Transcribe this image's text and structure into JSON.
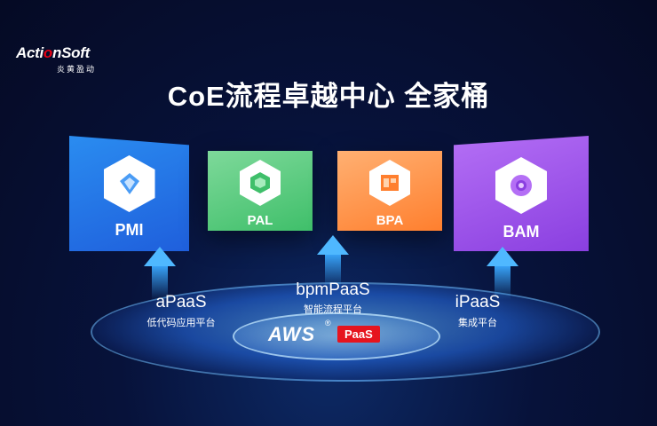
{
  "logo": {
    "brand_prefix": "Acti",
    "brand_o": "o",
    "brand_suffix": "nSoft",
    "chinese": "炎黄盈动"
  },
  "title": "CoE流程卓越中心 全家桶",
  "cards": [
    {
      "label": "PMI",
      "color": "#2a8cf0"
    },
    {
      "label": "PAL",
      "color": "#3fbf6a"
    },
    {
      "label": "BPA",
      "color": "#ff7f2e"
    },
    {
      "label": "BAM",
      "color": "#8a3fe0"
    }
  ],
  "platforms": [
    {
      "name": "aPaaS",
      "desc": "低代码应用平台"
    },
    {
      "name": "bpmPaaS",
      "desc": "智能流程平台"
    },
    {
      "name": "iPaaS",
      "desc": "集成平台"
    }
  ],
  "core": {
    "aws": "AWS",
    "registered": "®",
    "paas": "PaaS"
  },
  "colors": {
    "background": "#07123a",
    "accent": "#4fb8ff",
    "brand_red": "#e60012"
  }
}
